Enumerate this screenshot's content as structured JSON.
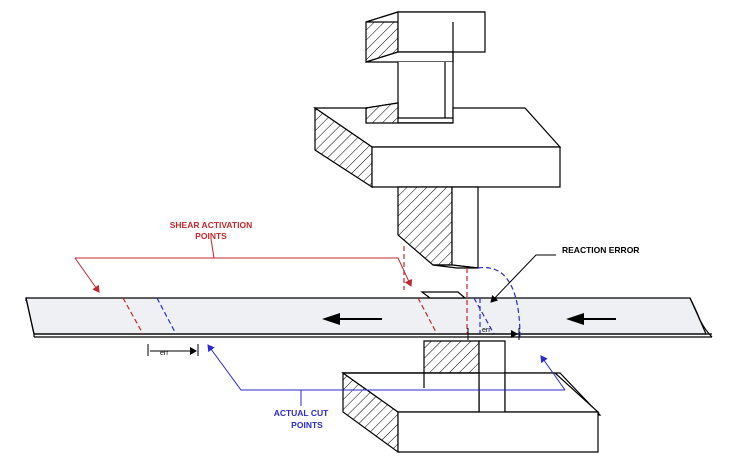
{
  "labels": {
    "shear_line1": "SHEAR ACTIVATION",
    "shear_line2": "POINTS",
    "reaction": "REACTION ERROR",
    "actual_line1": "ACTUAL CUT",
    "actual_line2": "POINTS",
    "err_left": "err",
    "err_right": "err"
  },
  "colors": {
    "shear": "#c0282d",
    "actual": "#2a2ad0",
    "strip_fill": "#eef0f3",
    "line": "#000000"
  },
  "icons": {
    "flow_arrow_left": "arrow-left",
    "flow_arrow_right": "arrow-left"
  }
}
